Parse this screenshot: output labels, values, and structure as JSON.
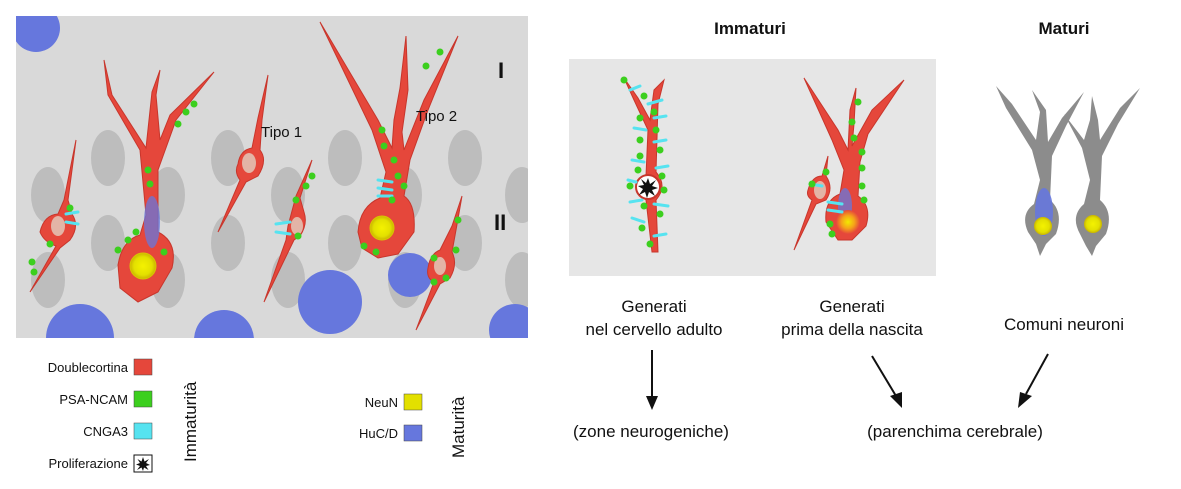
{
  "panel_left": {
    "labels": {
      "tipo1": "Tipo 1",
      "tipo2": "Tipo 2",
      "layer1": "I",
      "layer2": "II"
    }
  },
  "headers": {
    "immaturi": "Immaturi",
    "maturi": "Maturi"
  },
  "captions": {
    "col1": [
      "Generati",
      "nel cervello adulto"
    ],
    "col2": [
      "Generati",
      "prima della nascita"
    ],
    "col3": "Comuni neuroni"
  },
  "destinations": {
    "left": "(zone neurogeniche)",
    "right": "(parenchima cerebrale)"
  },
  "legend": {
    "immaturity_group_label": "Immaturità",
    "maturity_group_label": "Maturità",
    "immaturity_items": [
      {
        "label": "Doublecortina",
        "color": "#e5473b"
      },
      {
        "label": "PSA-NCAM",
        "color": "#3ccf1e"
      },
      {
        "label": "CNGA3",
        "color": "#56e3f0"
      },
      {
        "label": "Proliferazione",
        "icon": "burst-icon"
      }
    ],
    "maturity_items": [
      {
        "label": "NeuN",
        "color": "#e3e000"
      },
      {
        "label": "HuC/D",
        "color": "#6677dd"
      }
    ]
  },
  "colors": {
    "panel_bg": "#d9d9d9",
    "right_panel_bg": "#e6e6e6",
    "ellipse": "#bdbdbd",
    "neuron_red": "#e5473b",
    "neuron_grey": "#8c8c8c",
    "nucleus_pink": "#e3b4a6",
    "huc_blue": "#6677dd",
    "neun_yellow": "#e3e000",
    "psa_green": "#3ccf1e",
    "cnga3_cyan": "#56e3f0"
  }
}
